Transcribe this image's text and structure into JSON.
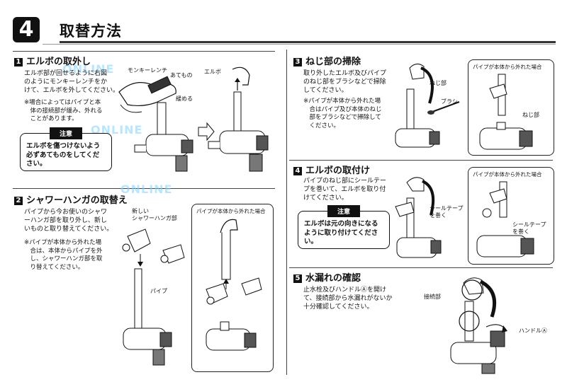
{
  "header": {
    "number": "4",
    "title": "取替方法"
  },
  "watermark": "ONLINE",
  "s1": {
    "num": "1",
    "title": "エルボの取外し",
    "text": "エルボ部が回せるように右図\nのようにモンキーレンチをか\nけて、エルボを外してください。",
    "note": "※場合によってはパイプと本\n　体の接続部が緩み、外れる\n　ことがあります。",
    "caution_head": "注意",
    "caution": "エルボを傷つけないよう\n必ずあてものをしてくだ\nさい。",
    "label_wrench": "モンキーレンチ",
    "label_pad": "あてもの",
    "label_loosen": "緩める",
    "label_elbow": "エルボ"
  },
  "s2": {
    "num": "2",
    "title": "シャワーハンガの取替え",
    "text": "パイプから今お使いのシャワ\nーハンガ部を取り外し、新し\nいものと取り替えてください。",
    "note": "※パイプが本体から外れた場\n　合は、本体からパイプを外\n　し、シャワーハンガ部を取\n　り替えてください。",
    "label_new": "新しい\nシャワーハンガ部",
    "label_pipe": "パイプ",
    "inset_label": "パイプが本体から外れた場合"
  },
  "s3": {
    "num": "3",
    "title": "ねじ部の掃除",
    "text": "取り外したエルボ及びパイプ\nのねじ部をブラシなどで掃除\nしてください。",
    "note": "※パイプが本体から外れた場\n　合はパイプ及び本体のねじ\n　部をブラシなどで掃除して\n　ください。",
    "label_thread": "ねじ部",
    "label_brush": "ブラシ",
    "inset_label": "パイプが本体から外れた場合",
    "inset_thread": "ねじ部"
  },
  "s4": {
    "num": "4",
    "title": "エルボの取付け",
    "text": "パイプのねじ部にシールテー\nプを巻いて、エルボを取り付\nけてください。",
    "caution_head": "注意",
    "caution": "エルボは元の向きになる\nように取り付けてくださ\nい。",
    "label_tape": "シールテープ\nを巻く",
    "inset_label": "パイプが本体から外れた場合",
    "inset_tape": "シールテープ\nを巻く"
  },
  "s5": {
    "num": "5",
    "title": "水漏れの確認",
    "text": "止水栓及びハンドルⒶを開け\nて、接続部から水漏れがないか\n十分確認してください。",
    "label_joint": "接続部",
    "label_handle": "ハンドルⒶ"
  }
}
